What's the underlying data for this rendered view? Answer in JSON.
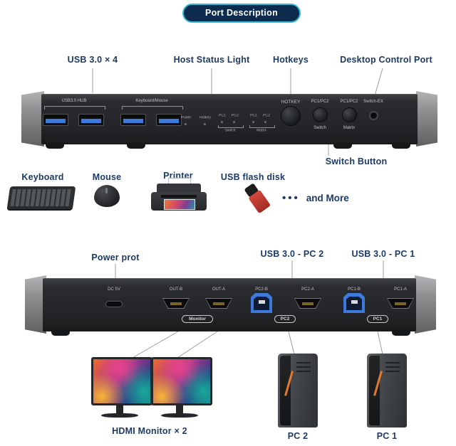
{
  "title_badge": "Port Description",
  "front": {
    "labels": {
      "usb30x4": "USB 3.0 × 4",
      "host_status_light": "Host Status Light",
      "hotkeys": "Hotkeys",
      "desktop_control_port": "Desktop Control Port",
      "switch_button": "Switch Button"
    },
    "panel": {
      "usb_hub": "USB3.0 HUB",
      "keyboard_mouse": "Keyboard/Mouse",
      "power_led": "Power",
      "hotkey_led": "Hotkey",
      "switch_leds": {
        "pc1": "PC1",
        "pc2": "PC2",
        "caption": "Switch"
      },
      "matrix_leds": {
        "pc1": "PC1",
        "pc2": "PC2",
        "caption": "Matrix"
      },
      "hotkey_button": "HOTKEY",
      "switch_button": {
        "line1": "PC1/PC2",
        "line2": "Switch"
      },
      "matrix_button": {
        "line1": "PC1/PC2",
        "line2": "Matrix"
      },
      "switch_ex_port": "Switch-EX"
    }
  },
  "peripherals": {
    "keyboard": "Keyboard",
    "mouse": "Mouse",
    "printer": "Printer",
    "usb_flash_disk": "USB flash disk",
    "more_dots": "•••",
    "and_more": "and More"
  },
  "rear": {
    "labels": {
      "power_port": "Power prot",
      "usb_pc2": "USB 3.0 - PC 2",
      "usb_pc1": "USB 3.0 - PC 1"
    },
    "panel": {
      "dc5v": "DC 5V",
      "out_b": "OUT-B",
      "out_a": "OUT-A",
      "monitor_tag": "Monitor",
      "pc2_b": "PC2-B",
      "pc2_a": "PC2-A",
      "pc2_tag": "PC2",
      "pc1_b": "PC1-B",
      "pc1_a": "PC1-A",
      "pc1_tag": "PC1"
    }
  },
  "bottom": {
    "hdmi_monitor": "HDMI Monitor × 2",
    "pc2": "PC 2",
    "pc1": "PC 1"
  },
  "colors": {
    "label_text": "#1c3a66",
    "badge_bg": "#0d2c4d",
    "badge_border": "#35b7d9",
    "usb_blue": "#3b79da",
    "device_dark": "#232528"
  }
}
